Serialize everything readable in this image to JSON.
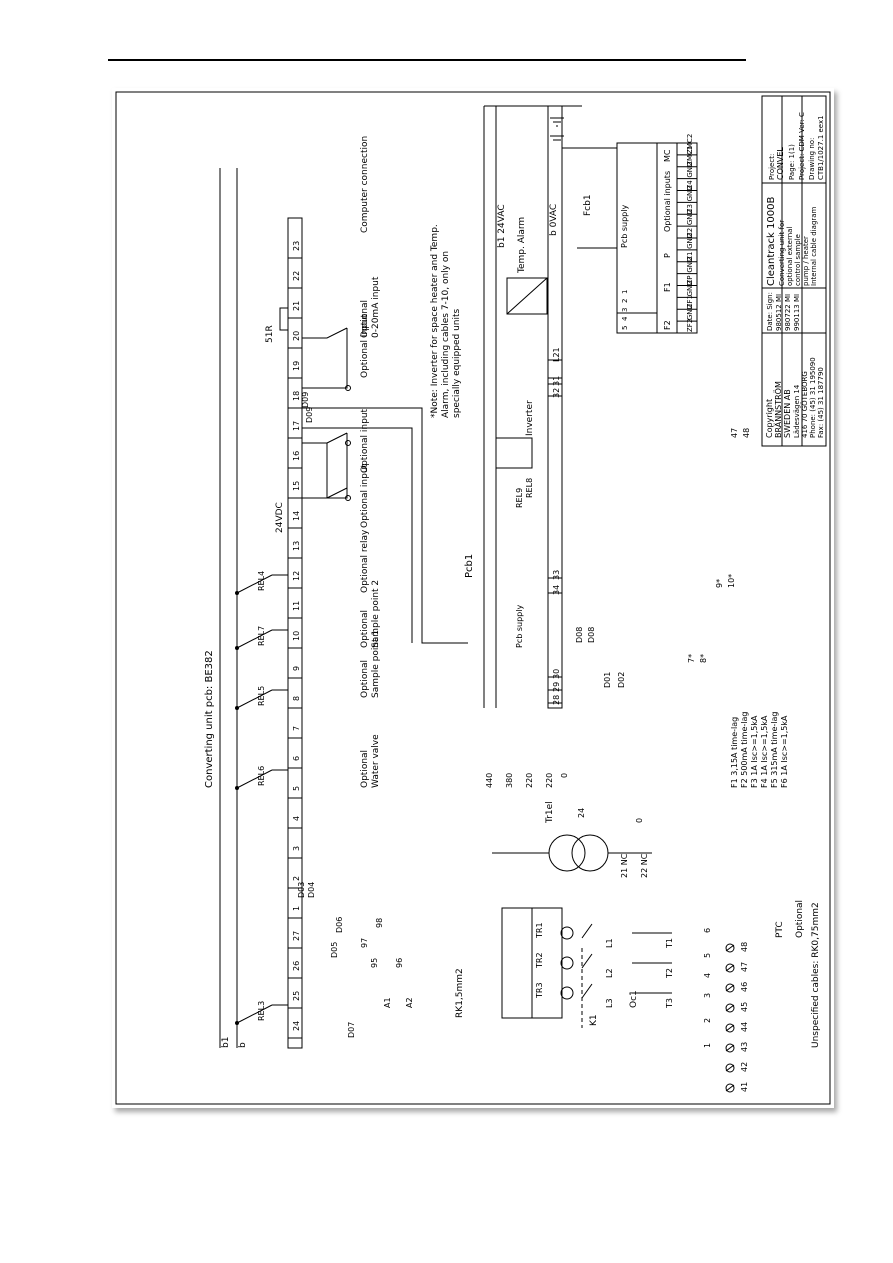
{
  "drawing": {
    "board_title": "Converting unit pcb: BE382",
    "pcb1_label": "Pcb1",
    "fcb1_label": "Fcb1",
    "rail_b1": "b1",
    "rail_b": "b",
    "ac24_label": "b1  24VAC",
    "ac0_label": "b   0VAC",
    "vdc_label": "24VDC",
    "temp_alarm": "Temp. Alarm",
    "inverter": "Inverter",
    "pcb_supply": "Pcb supply",
    "pcb_supply2": "Pcb supply",
    "transformer": "Tr1el",
    "k1": "K1",
    "oc1": "Oc1",
    "ptc": "PTC",
    "ptc_optional": "Optional",
    "r51": "51R",
    "rk15": "RK1,5mm2",
    "unspecified": "Unspecified cables: RK0,75mm2"
  },
  "relays": [
    "REL3",
    "REL6",
    "REL5",
    "REL7",
    "REL4",
    "REL9",
    "REL8"
  ],
  "terminals_main": [
    "24",
    "25",
    "26",
    "27",
    "1",
    "2",
    "3",
    "4",
    "5",
    "6",
    "7",
    "8",
    "9",
    "10",
    "11",
    "12",
    "13",
    "14",
    "15",
    "16",
    "17",
    "18",
    "19",
    "20",
    "21",
    "22",
    "23"
  ],
  "terminals_low": [
    "28",
    "29",
    "30",
    "34",
    "33",
    "32",
    "31",
    "L21"
  ],
  "terminals_mains": [
    "41",
    "42",
    "43",
    "44",
    "45",
    "46",
    "47",
    "48"
  ],
  "wire_numbers": [
    "1",
    "2",
    "3",
    "4",
    "5",
    "6",
    "7*",
    "8*",
    "9*",
    "10*",
    "47",
    "48"
  ],
  "function_labels": [
    "Optional Water valve",
    "Optional Sample point 1",
    "Optional Sample point 2",
    "Optional relay",
    "Optional input",
    "Optional input",
    "Optional input",
    "Optional 0-20mA input",
    "Computer connection"
  ],
  "signals": [
    "D01",
    "D02",
    "D03",
    "D04",
    "D05",
    "D06",
    "D07",
    "D08",
    "D09",
    "D08",
    "D09"
  ],
  "transformer_taps": [
    "440",
    "380",
    "220",
    "220",
    "0",
    "24",
    "0",
    "21 NC",
    "22 NC"
  ],
  "contactor_labels": [
    "L1",
    "L2",
    "L3",
    "T1",
    "T2",
    "T3",
    "TR1",
    "TR2",
    "TR3",
    "A1",
    "A2",
    "95",
    "96",
    "97",
    "98"
  ],
  "note": "*Note: Inverter for space heater and Temp. Alarm, including cables 7-10, only on specially equipped units",
  "fuses": [
    "F1 3,15A time-lag",
    "F2 500mA time-lag",
    "F3 1A Isc>=1,5kA",
    "F4 1A Isc>=1,5kA",
    "F5 315mA time-lag",
    "F6 1A Isc>=1,5kA"
  ],
  "connector": {
    "headers": [
      "F2",
      "F1",
      "P",
      "Optional inputs",
      "MC"
    ],
    "pins": [
      "ZF2",
      "GND",
      "ZF1",
      "GND",
      "ZP",
      "GND",
      "Z1",
      "GND",
      "Z2",
      "GND",
      "Z3",
      "GND",
      "Z4",
      "GND",
      "ZMC1",
      "ZMC2"
    ],
    "numbers": [
      "5",
      "4",
      "3",
      "2",
      "1"
    ]
  },
  "title_block": {
    "copyright": [
      "Copyright",
      "BRÄNNSTRÖM",
      "SWEDEN AB",
      "Lädesvägen 14",
      "416 70 GÖTEBORG",
      "Phone: (45) 31 195090",
      "Fax: (45) 31 187790"
    ],
    "dates": [
      "Date:  Sign:",
      "980512 MI",
      "980722 MI",
      "990113 MI"
    ],
    "title": [
      "Cleantrack 1000B",
      "Converting unit for",
      "optional external",
      "control sample",
      "pump / heater",
      "Internal cable diagram"
    ],
    "project": [
      "Project:",
      "CONVEL",
      "Page: 1(1)",
      "Project: CDM  Ver: C",
      "Drawing no:",
      "CTB1/1027.1 eex1"
    ]
  }
}
